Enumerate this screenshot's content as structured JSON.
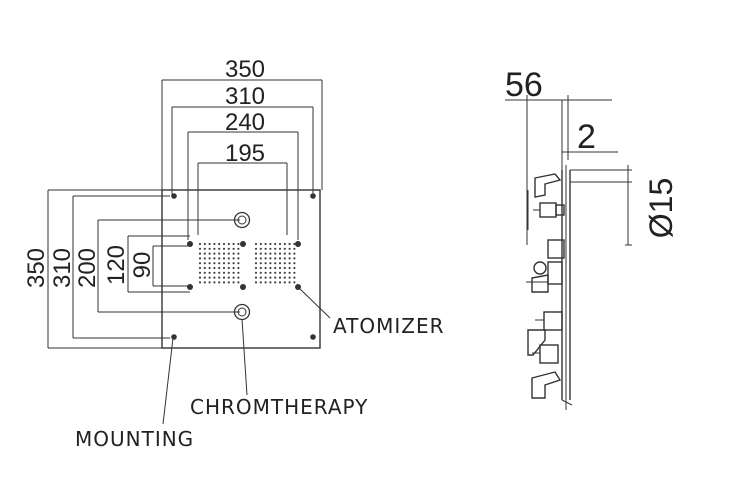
{
  "front_view": {
    "horizontal_dims": [
      "350",
      "310",
      "240",
      "195"
    ],
    "vertical_dims": [
      "350",
      "310",
      "200",
      "120",
      "90"
    ]
  },
  "side_view": {
    "depth_dim": "56",
    "offset_dim": "2",
    "diameter_dim": "Ø15"
  },
  "callouts": {
    "atomizer": "ATOMIZER",
    "chromtherapy": "CHROMTHERAPY",
    "mounting": "MOUNTING"
  }
}
